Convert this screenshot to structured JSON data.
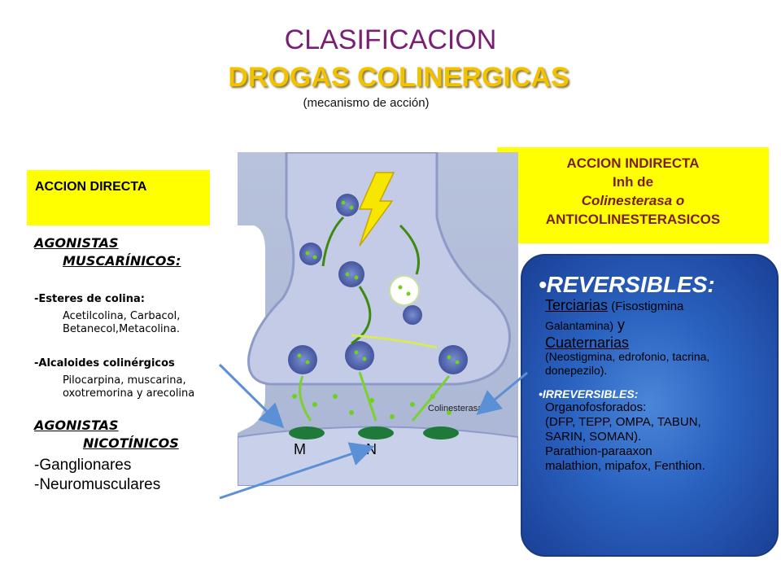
{
  "title": {
    "line1": "CLASIFICACION",
    "line2": "DROGAS COLINERGICAS",
    "subtitle": "(mecanismo de acción)"
  },
  "direct_box": {
    "label": "ACCION DIRECTA"
  },
  "indirect_box": {
    "line1": "ACCION INDIRECTA",
    "line2": "Inh de",
    "line3": "Colinesterasa o",
    "line4": "ANTICOLINESTERASICOS"
  },
  "left": {
    "muscarinic_heading_1": "AGONISTAS",
    "muscarinic_heading_2": "MUSCARÍNICOS:",
    "esters_group": "-Esteres de colina:",
    "esters_items_1": "Acetilcolina, Carbacol,",
    "esters_items_2": "Betanecol,Metacolina.",
    "alkaloids_group": "-Alcaloides colinérgicos",
    "alkaloids_items_1": "Pilocarpina, muscarina,",
    "alkaloids_items_2": "oxotremorina  y arecolina",
    "nicotinic_heading_1": "AGONISTAS",
    "nicotinic_heading_2": "NICOTÍNICOS",
    "nicotinic_item_1": "-Ganglionares",
    "nicotinic_item_2": "-Neuromusculares"
  },
  "diagram": {
    "label_m": "M",
    "label_n": "N",
    "label_enzyme": "Colinesterasa"
  },
  "right_panel": {
    "reversible_title": "•REVERSIBLES:",
    "tertiary_label": "Terciarias",
    "tertiary_examples_1": " (Fisostigmina",
    "tertiary_examples_2": "Galantamina)",
    "tertiary_conj": " y",
    "quaternary_label": "Cuaternarias",
    "quaternary_examples_1": "(Neostigmina, edrofonio, tacrina,",
    "quaternary_examples_2": "donepezilo).",
    "irreversible_title": "•IRREVERSIBLES:",
    "irreversible_1": "Organofosforados:",
    "irreversible_2": "(DFP, TEPP, OMPA, TABUN,",
    "irreversible_3": "SARIN, SOMAN).",
    "irreversible_4": "Parathion-paraaxon",
    "irreversible_5": "malathion, mipafox, Fenthion."
  },
  "colors": {
    "title_purple": "#7a1f74",
    "title_gold": "#f2c200",
    "highlight_yellow": "#ffff00",
    "panel_blue": "#2a62c0",
    "arrow_blue": "#5b8fd6"
  }
}
